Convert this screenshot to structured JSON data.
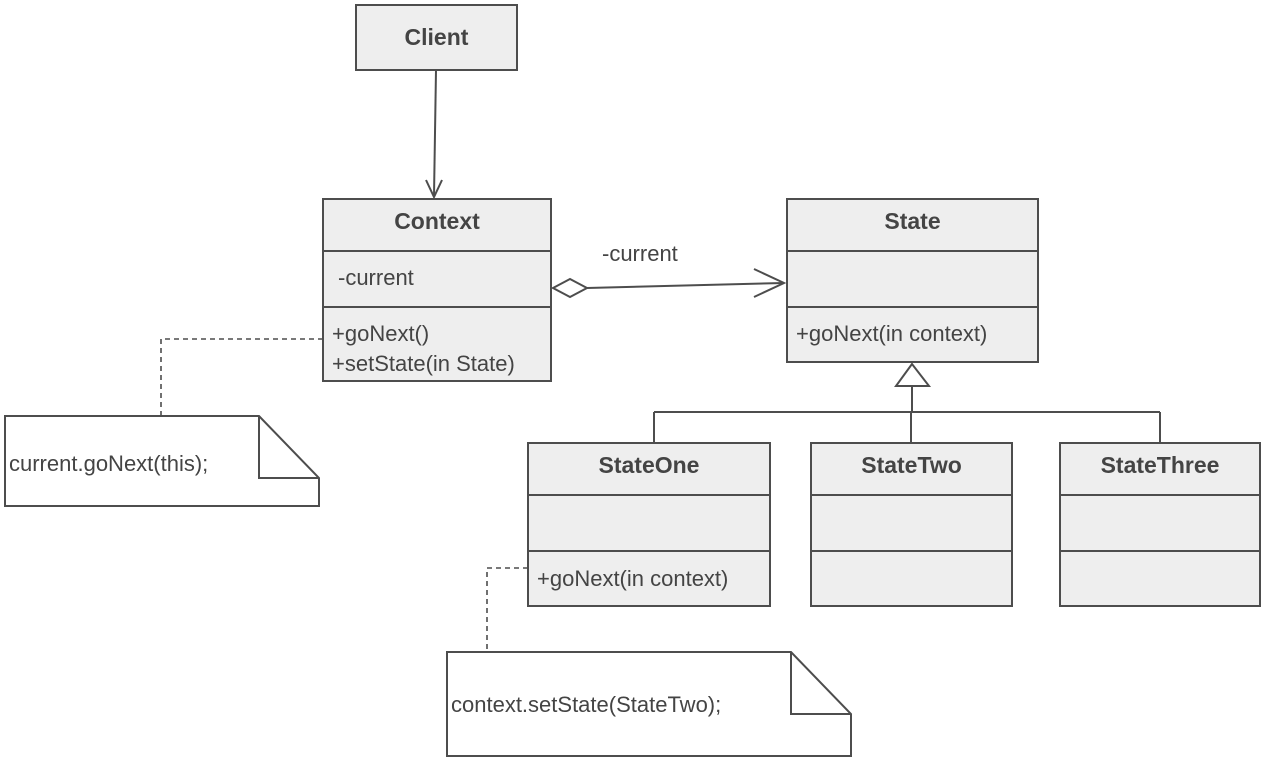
{
  "classes": {
    "client": {
      "name": "Client"
    },
    "context": {
      "name": "Context",
      "attribute": "-current",
      "op1": "+goNext()",
      "op2": "+setState(in State)"
    },
    "state": {
      "name": "State",
      "op1": "+goNext(in context)"
    },
    "stateOne": {
      "name": "StateOne",
      "op1": "+goNext(in context)"
    },
    "stateTwo": {
      "name": "StateTwo"
    },
    "stateThree": {
      "name": "StateThree"
    }
  },
  "association": {
    "role_label": "-current"
  },
  "notes": {
    "context_note": "current.goNext(this);",
    "stateone_note": "context.setState(StateTwo);"
  }
}
